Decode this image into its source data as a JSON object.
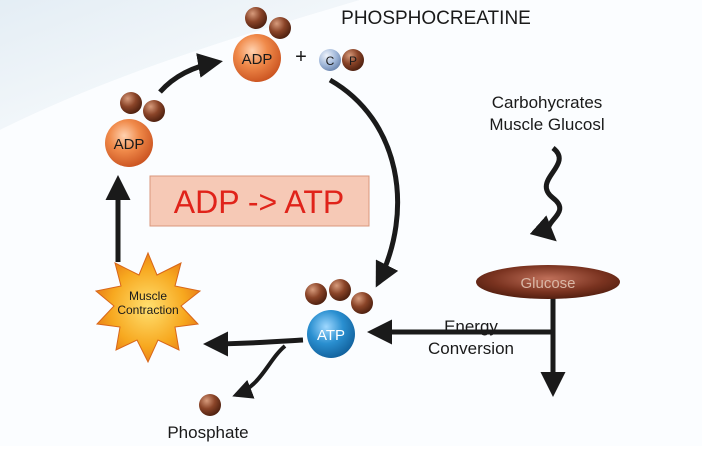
{
  "diagram": {
    "title": "PHOSPHOCREATINE",
    "banner": "ADP -> ATP",
    "plus_sign": "+",
    "top_adp_label": "ADP",
    "left_adp_label": "ADP",
    "creatine_label": "C",
    "phosphate_ball_label": "P",
    "atp_label": "ATP",
    "muscle_contraction_line1": "Muscle",
    "muscle_contraction_line2": "Contraction",
    "carbohydrates_line1": "Carbohycrates",
    "carbohydrates_line2": "Muscle Glucosl",
    "glucose_label": "Glucose",
    "energy_line1": "Energy",
    "energy_line2": "Conversion",
    "phosphate_label": "Phosphate"
  },
  "colors": {
    "adp_orange": "#e8743a",
    "atp_blue": "#2a8fd0",
    "phosphate_brown": "#7a3b22",
    "glucose_brown": "#6b2a1a",
    "creatine_blue": "#9fb6d8",
    "banner_fill": "#f6c9b6",
    "banner_text": "#e0231a",
    "star_orange": "#f39a1e",
    "arrow_dark": "#1a1a1a"
  }
}
